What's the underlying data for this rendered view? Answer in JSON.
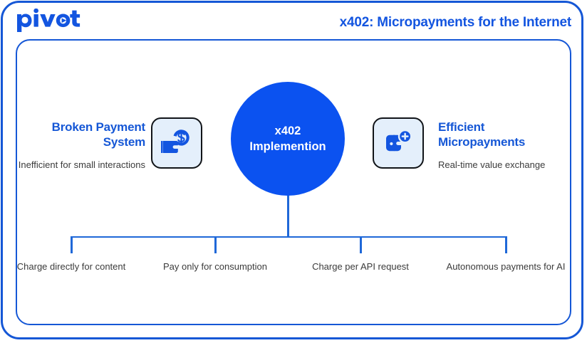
{
  "header": {
    "logo_text": "pivot",
    "logo_icon": "play-triangle-in-o",
    "title": "x402: Micropayments for the Internet"
  },
  "colors": {
    "primary_blue": "#1557d6",
    "circle_blue": "#0b52f0",
    "connector_blue": "#1f68d8",
    "icon_box_fill": "#e4effb",
    "icon_box_border": "#111418",
    "body_text": "#3b3b3b"
  },
  "center": {
    "line1": "x402",
    "line2": "Implemention"
  },
  "left_block": {
    "title": "Broken Payment System",
    "subtitle": "Inefficient for small interactions",
    "icon": "wallet-dollar-icon"
  },
  "right_block": {
    "title": "Efficient Micropayments",
    "subtitle": "Real-time value exchange",
    "icon": "wallet-plus-icon"
  },
  "leaves": [
    {
      "label": "Charge directly for content"
    },
    {
      "label": "Pay only for consumption"
    },
    {
      "label": "Charge per API request"
    },
    {
      "label": "Autonomous payments for AI"
    }
  ]
}
